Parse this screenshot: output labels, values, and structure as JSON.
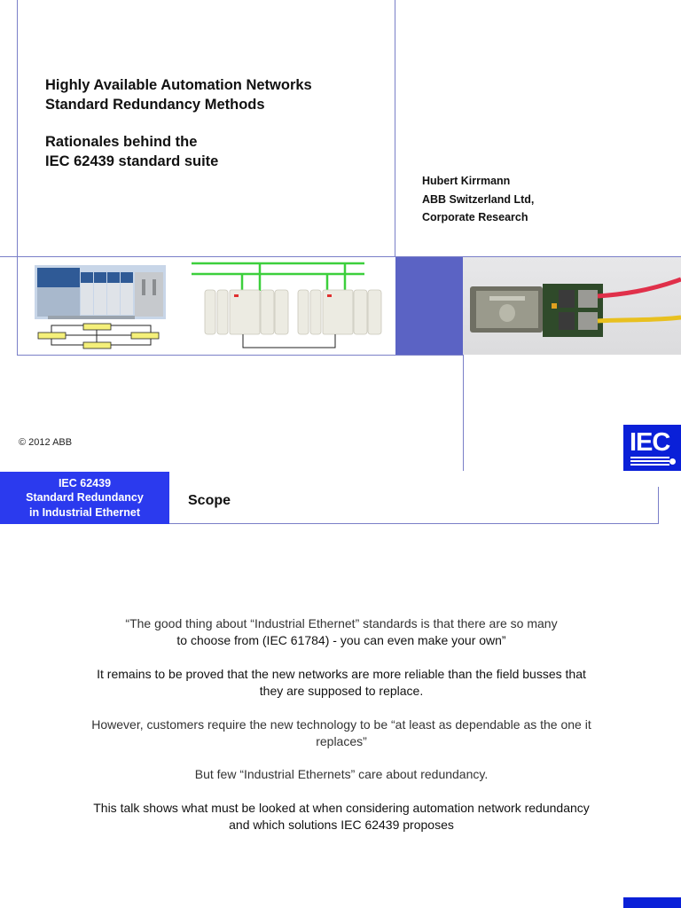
{
  "cover": {
    "title_lines": [
      "Highly Available Automation Networks",
      "Standard Redundancy Methods",
      "Rationales behind the",
      "IEC 62439 standard suite"
    ],
    "author": {
      "name": "Hubert Kirrmann",
      "company": "ABB Switzerland Ltd,",
      "department": "Corporate Research"
    },
    "images": {
      "left": "switch-hardware-and-ring-diagram",
      "middle": "redundant-controllers-network-diagram",
      "right": "pcmcia-card-with-ethernet-cables"
    },
    "copyright": "© 2012 ABB",
    "logo_text": "IEC"
  },
  "slide": {
    "section_label_lines": [
      "IEC 62439",
      "Standard Redundancy",
      "in Industrial Ethernet"
    ],
    "title": "Scope",
    "paragraphs": [
      {
        "lines": [
          "“The good thing about “Industrial Ethernet” standards is that there are so many",
          "to choose from (IEC 61784) - you can even make your own”"
        ]
      },
      {
        "lines": [
          "It remains to be proved that the new networks are more reliable than the field busses that",
          "they are supposed to replace."
        ]
      },
      {
        "lines": [
          "However, customers require the new technology to be “at least as dependable as the one it",
          "replaces”"
        ]
      },
      {
        "lines": [
          "But few “Industrial Ethernets” care about redundancy."
        ]
      },
      {
        "lines": [
          "This talk shows what must be looked at when considering automation network redundancy",
          "and which solutions IEC 62439 proposes"
        ]
      }
    ]
  },
  "colors": {
    "frame_line": "#7a7fc8",
    "accent_square": "#5b63c4",
    "section_label_bg": "#2b3aee",
    "iec_logo_bg": "#0a20d8",
    "network_green": "#3ccf3c",
    "diagram_yellow": "#f5f07a"
  }
}
